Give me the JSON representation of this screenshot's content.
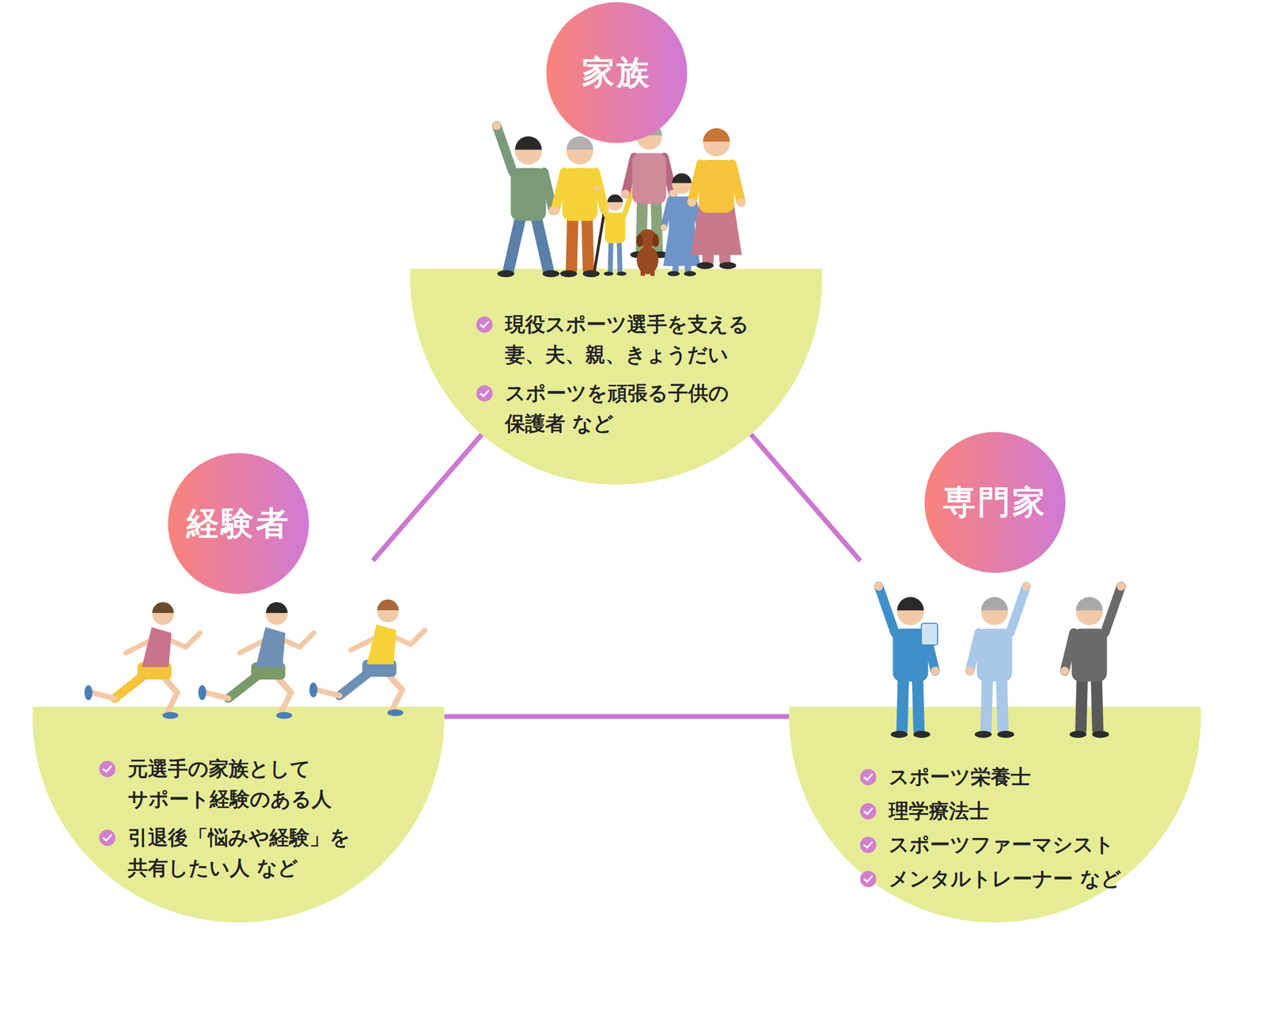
{
  "diagram": {
    "nodes": [
      {
        "text": [
          "家族",
          "現役スポーツ選手を支える 妻、夫、親、きょうだい",
          "スポーツを頑張る子供の 保護者 など"
        ]
      },
      {
        "text": [
          "経験者",
          "元選手の家族として サポート経験のある人",
          "引退後「悩みや経験」を 共有したい人 など"
        ]
      },
      {
        "text": [
          "専門家",
          "スポーツ栄養士",
          "理学療法士",
          "スポーツファーマシスト",
          "メンタルトレーナー など"
        ]
      }
    ],
    "edges": [
      {
        "from": 0,
        "to": 1,
        "arrow": "none"
      },
      {
        "from": 0,
        "to": 2,
        "arrow": "none"
      },
      {
        "from": 1,
        "to": 2,
        "arrow": "none"
      }
    ]
  }
}
